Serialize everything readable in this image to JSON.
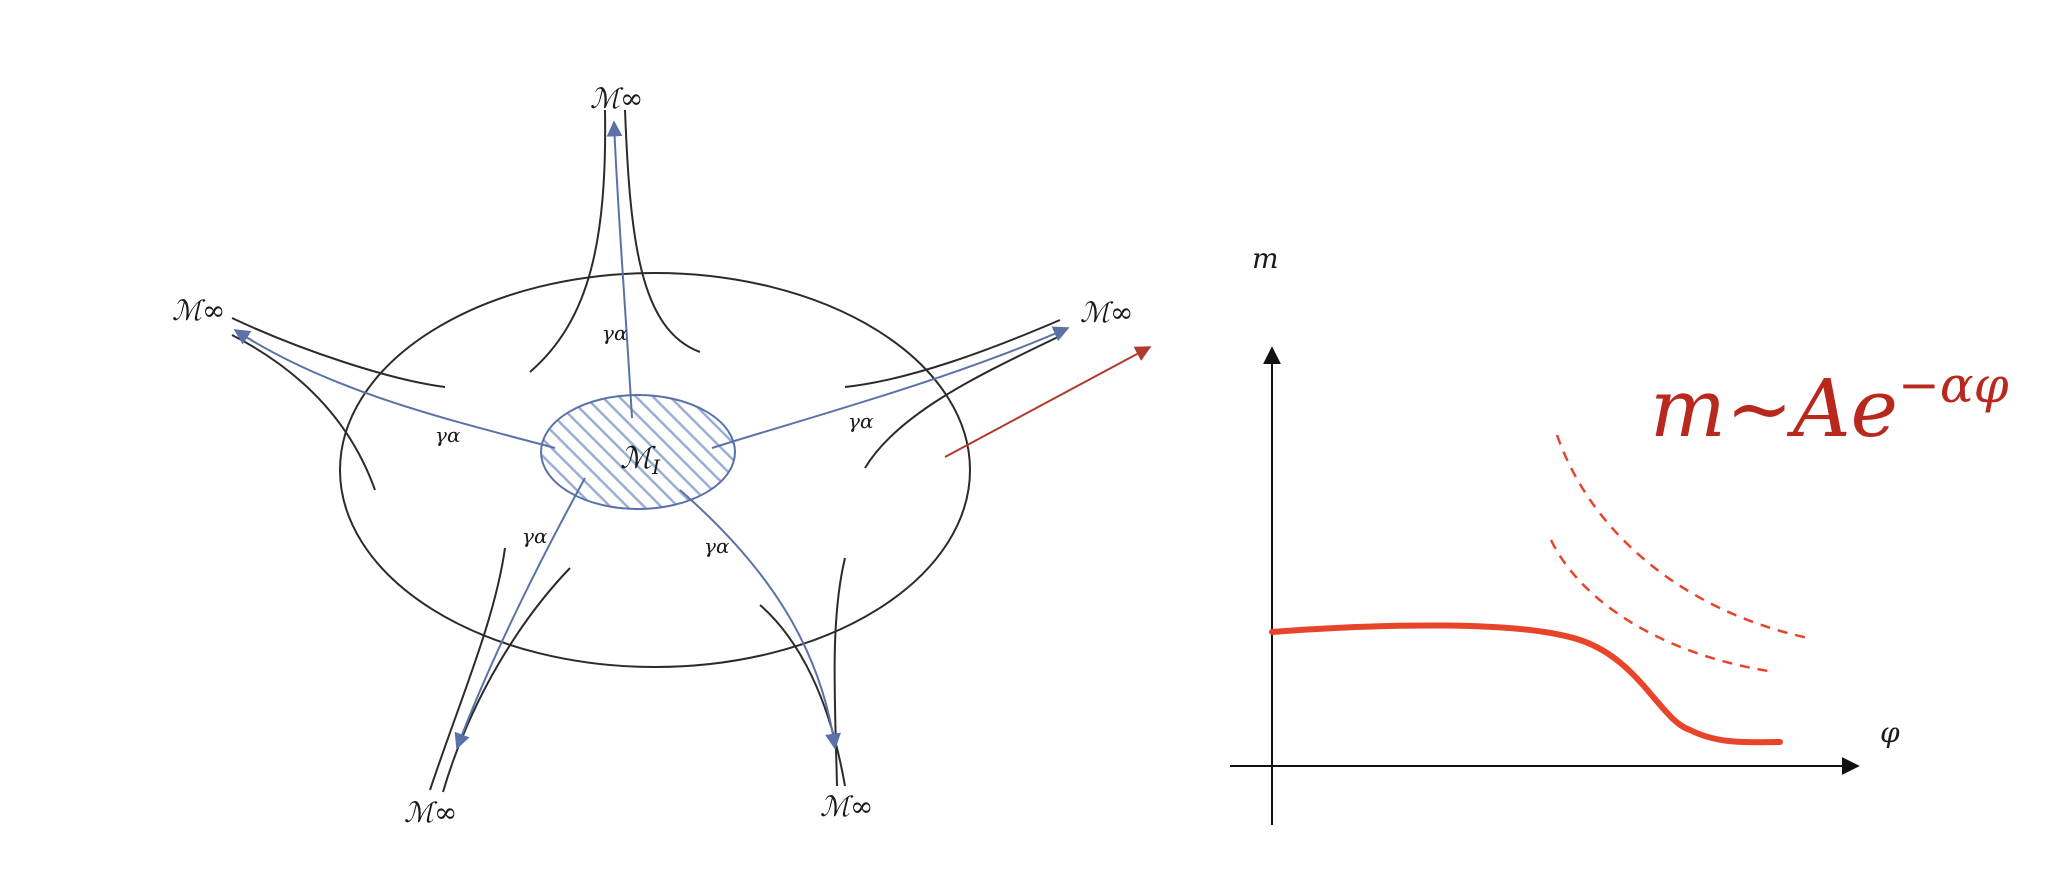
{
  "diagram": {
    "interior_label": "ℳ",
    "interior_subscript": "I",
    "boundary_label": "ℳ∞",
    "path_label": "γ",
    "path_subscript": "α",
    "ends": [
      {
        "label": "ℳ∞"
      },
      {
        "label": "ℳ∞"
      },
      {
        "label": "ℳ∞"
      },
      {
        "label": "ℳ∞"
      },
      {
        "label": "ℳ∞"
      }
    ],
    "paths": [
      {
        "label": "γα"
      },
      {
        "label": "γα"
      },
      {
        "label": "γα"
      },
      {
        "label": "γα"
      },
      {
        "label": "γα"
      }
    ],
    "colors": {
      "outline": "#2b2b2b",
      "path": "#5a72a8",
      "interior_hatch": "#8ea2cf",
      "arrow": "#b03a2e"
    }
  },
  "plot": {
    "y_axis_label": "m",
    "x_axis_label": "φ",
    "equation_base": "m~Ae",
    "equation_exponent": "−αφ",
    "curve_color": "#e8442a",
    "equation_color": "#b8281c"
  }
}
